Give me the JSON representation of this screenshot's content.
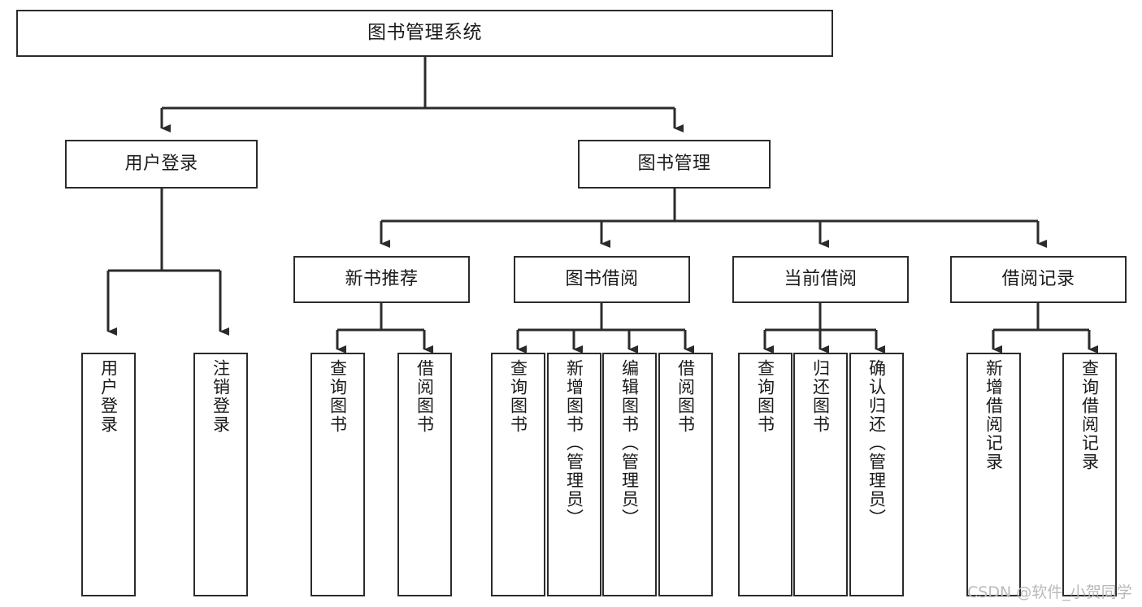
{
  "diagram": {
    "title": "图书管理系统",
    "watermark": "CSDN @软件_小贺同学",
    "colors": {
      "box_border": "#2b2b2b",
      "box_fill": "#ffffff",
      "line": "#2b2b2b",
      "text": "#1a1a1a",
      "watermark": "#b9b9b9",
      "background": "#ffffff"
    },
    "nodes": {
      "root": {
        "label": "图书管理系统"
      },
      "level2": [
        {
          "label": "用户登录"
        },
        {
          "label": "图书管理"
        }
      ],
      "level3": [
        {
          "label": "新书推荐"
        },
        {
          "label": "图书借阅"
        },
        {
          "label": "当前借阅"
        },
        {
          "label": "借阅记录"
        }
      ],
      "leaves": {
        "user_login": [
          {
            "label": "用户登录"
          },
          {
            "label": "注销登录"
          }
        ],
        "new_book": [
          {
            "label": "查询图书"
          },
          {
            "label": "借阅图书"
          }
        ],
        "book_borrow": [
          {
            "label": "查询图书"
          },
          {
            "label": "新增图书（管理员）"
          },
          {
            "label": "编辑图书（管理员）"
          },
          {
            "label": "借阅图书"
          }
        ],
        "current_borrow": [
          {
            "label": "查询图书"
          },
          {
            "label": "归还图书"
          },
          {
            "label": "确认归还（管理员）"
          }
        ],
        "borrow_record": [
          {
            "label": "新增借阅记录"
          },
          {
            "label": "查询借阅记录"
          }
        ]
      }
    }
  }
}
